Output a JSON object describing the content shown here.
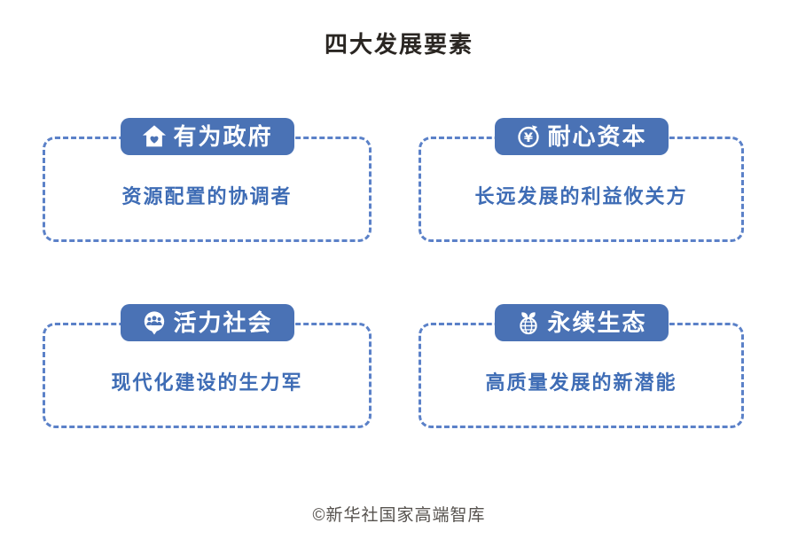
{
  "page": {
    "title": "四大发展要素",
    "footer": "©新华社国家高端智库"
  },
  "colors": {
    "tab_blue": "#4a72b5",
    "border_blue": "#5b81c8",
    "text_blue": "#3e6cb5",
    "title_dark": "#2a2622",
    "footer_gray": "#56524e",
    "icon_white": "#ffffff"
  },
  "cards": [
    {
      "icon": "house-heart-icon",
      "title": "有为政府",
      "description": "资源配置的协调者"
    },
    {
      "icon": "yen-cycle-icon",
      "title": "耐心资本",
      "description": "长远发展的利益攸关方"
    },
    {
      "icon": "people-bubble-icon",
      "title": "活力社会",
      "description": "现代化建设的生力军"
    },
    {
      "icon": "globe-leaves-icon",
      "title": "永续生态",
      "description": "高质量发展的新潜能"
    }
  ]
}
